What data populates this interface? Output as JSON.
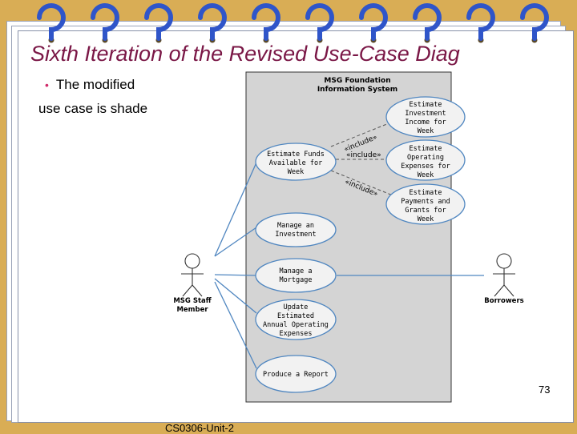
{
  "title": "Sixth Iteration of the Revised Use-Case Diag",
  "bullets": [
    "The modified",
    "use case is shade"
  ],
  "system_label_line1": "MSG Foundation",
  "system_label_line2": "Information System",
  "actors": {
    "left": {
      "line1": "MSG Staff",
      "line2": "Member"
    },
    "right": {
      "line1": "Borrowers"
    }
  },
  "use_cases": {
    "estimate_investment": [
      "Estimate",
      "Investment",
      "Income for",
      "Week"
    ],
    "estimate_funds": [
      "Estimate Funds",
      "Available for",
      "Week"
    ],
    "estimate_operating": [
      "Estimate",
      "Operating",
      "Expenses for",
      "Week"
    ],
    "estimate_payments": [
      "Estimate",
      "Payments and",
      "Grants for",
      "Week"
    ],
    "manage_investment": [
      "Manage an",
      "Investment"
    ],
    "manage_mortgage": [
      "Manage a",
      "Mortgage"
    ],
    "update_expenses": [
      "Update",
      "Estimated",
      "Annual Operating",
      "Expenses"
    ],
    "produce_report": [
      "Produce a Report"
    ]
  },
  "include_label": "«include»",
  "page_number": "73",
  "footer": "CS0306-Unit-2",
  "colors": {
    "title": "#7a1746",
    "border": "#d9ad55",
    "bullet": "#d02b6a",
    "ring": "#2f55c9",
    "association": "#4f86c0"
  }
}
